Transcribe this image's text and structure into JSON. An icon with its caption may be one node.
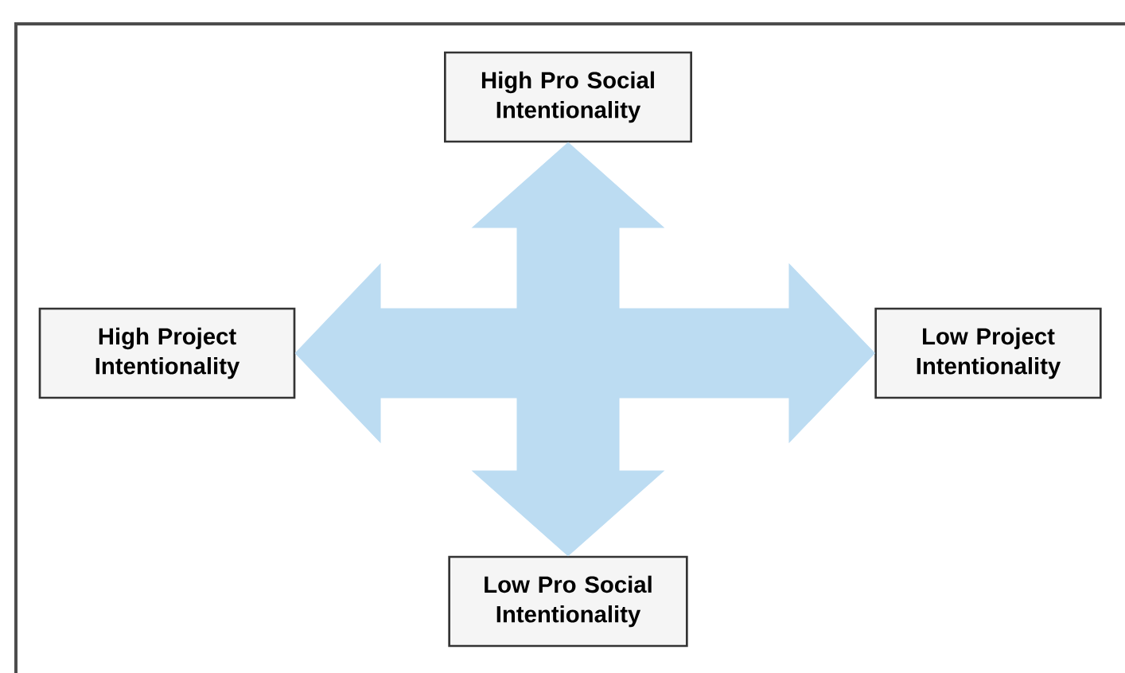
{
  "diagram": {
    "nodes": [
      {
        "text": [
          "High Pro Social Intentionality"
        ]
      },
      {
        "text": [
          "High Project Intentionality"
        ]
      },
      {
        "text": [
          "Low Project Intentionality"
        ]
      },
      {
        "text": [
          "Low Pro Social Intentionality"
        ]
      }
    ],
    "edges": [
      {
        "from": 0,
        "to": 3,
        "arrow": "both"
      },
      {
        "from": 1,
        "to": 2,
        "arrow": "both"
      }
    ]
  }
}
